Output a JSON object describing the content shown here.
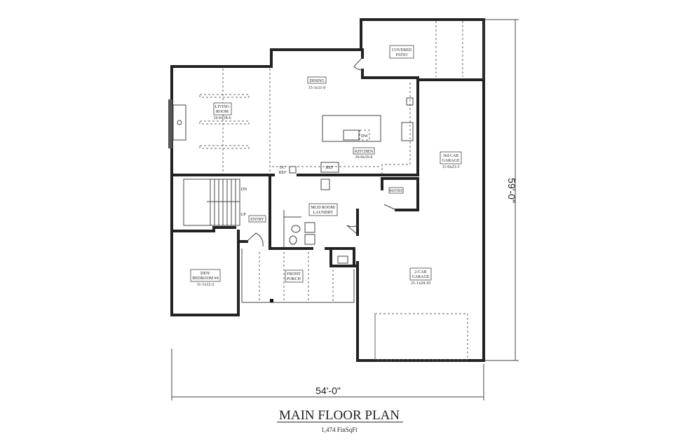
{
  "title": "MAIN FLOOR PLAN",
  "subtitle": "1,474 FinSqFt",
  "dimensions": {
    "width": "54'-0\"",
    "depth": "59'-0\""
  },
  "rooms": {
    "covered_patio": {
      "name1": "COVERED",
      "name2": "PATIO"
    },
    "dining": {
      "name": "DINING",
      "size": "15-1x11-0"
    },
    "living": {
      "name1": "LIVING",
      "name2": "ROOM",
      "size": "16-6x18-6"
    },
    "kitchen": {
      "name": "KITCHEN",
      "size": "10-0x16-6"
    },
    "garage3": {
      "name1": "3rd-CAR",
      "name2": "GARAGE",
      "size": "11-0x23-3"
    },
    "mudroom": {
      "name1": "MUD ROOM/",
      "name2": "LAUNDRY"
    },
    "entry": {
      "name": "ENTRY"
    },
    "pantry": {
      "name": "PANTRY"
    },
    "den": {
      "name1": "DEN/",
      "name2": "BEDROOM #4",
      "size": "11-1x12-2"
    },
    "porch": {
      "name1": "FRONT",
      "name2": "PORCH"
    },
    "garage2": {
      "name1": "2-CAR",
      "name2": "GARAGE",
      "size": "21-1x24-10"
    }
  },
  "fixtures": {
    "dw": "DW",
    "ref": "REF",
    "uc_ref1": "UC",
    "uc_ref2": "REF",
    "stairs_dn": "DN",
    "stairs_up": "UP"
  }
}
